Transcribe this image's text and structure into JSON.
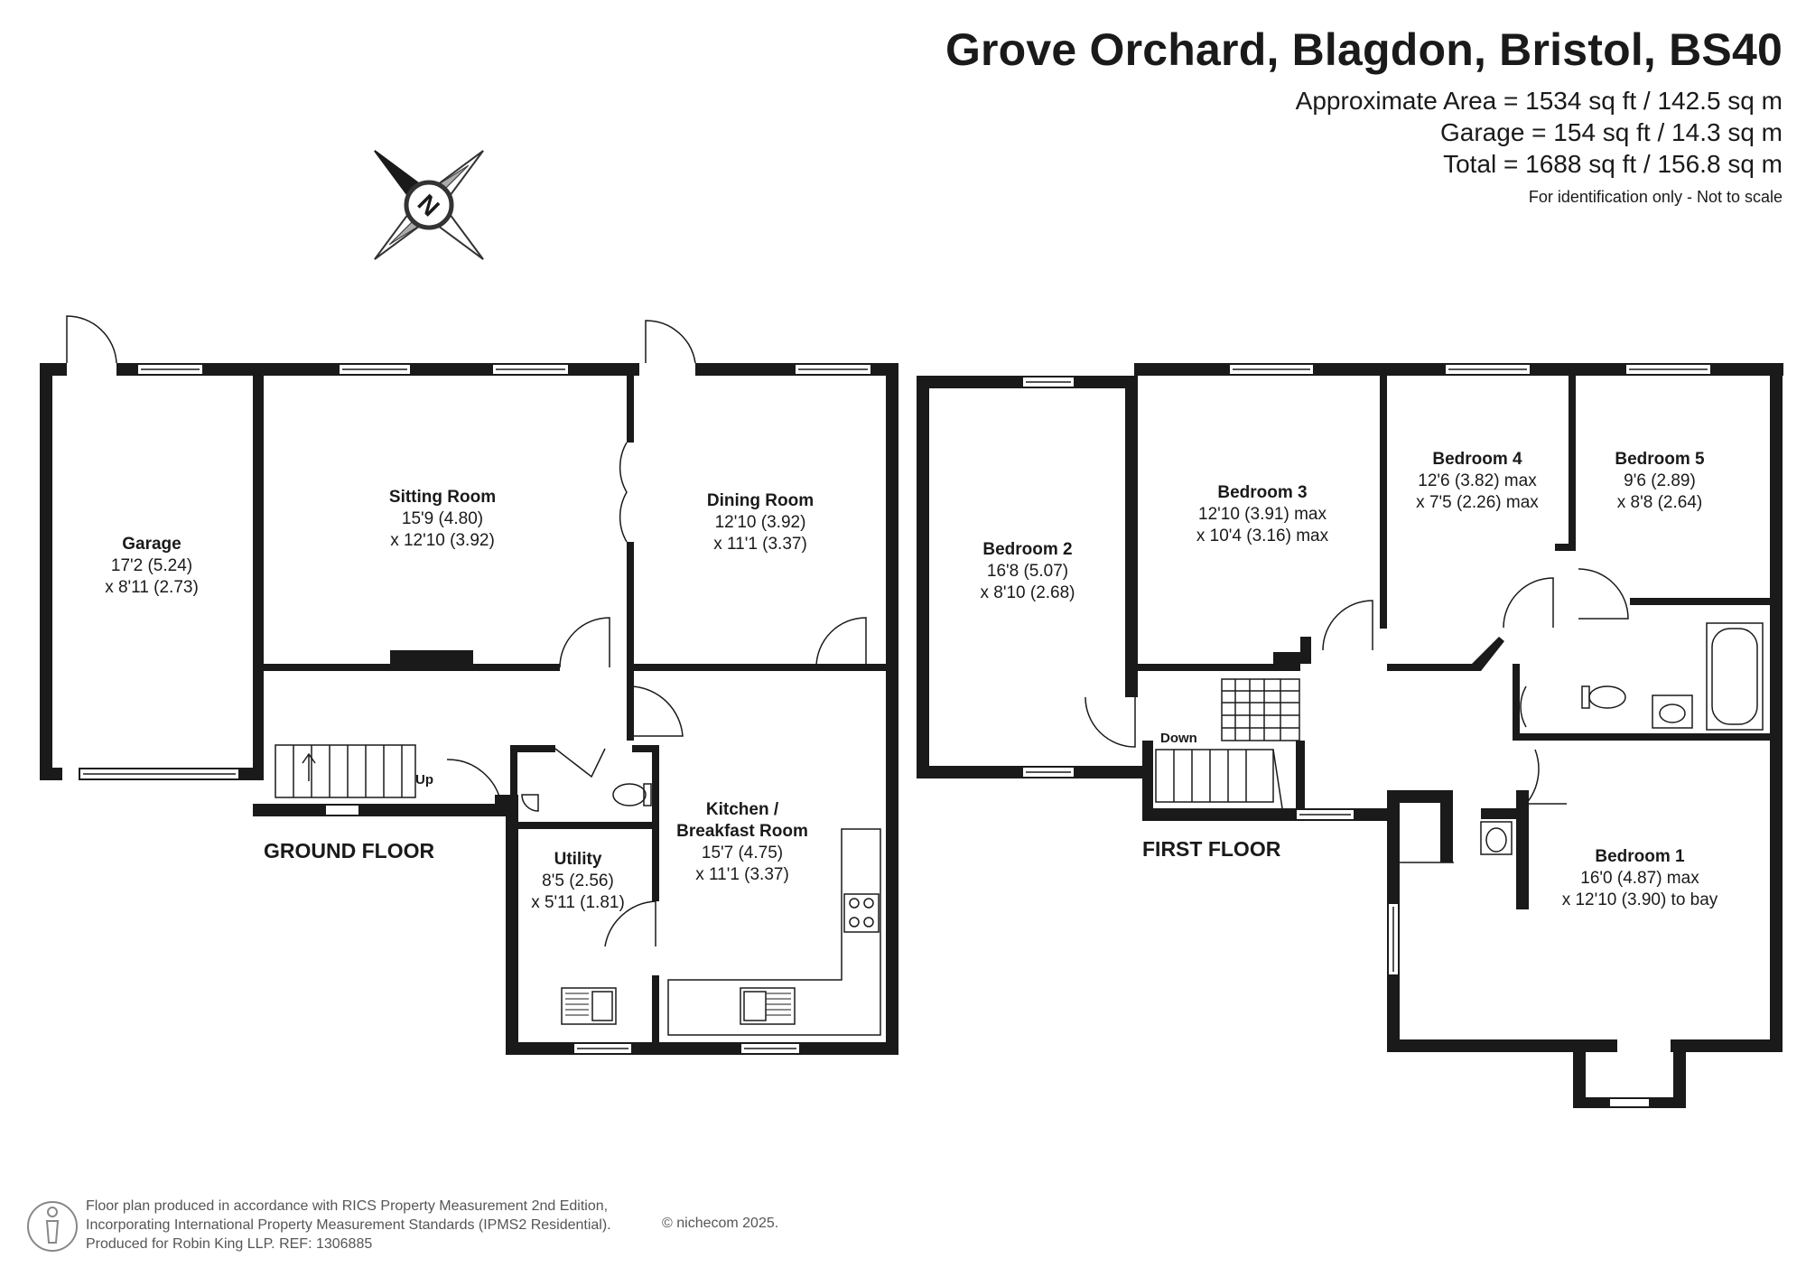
{
  "header": {
    "title": "Grove Orchard, Blagdon, Bristol, BS40",
    "approx_area": "Approximate Area = 1534 sq ft / 142.5 sq m",
    "garage_area": "Garage = 154 sq ft / 14.3 sq m",
    "total_area": "Total = 1688 sq ft / 156.8 sq m",
    "note": "For identification only - Not to scale"
  },
  "compass": {
    "label": "N",
    "icon": "north-compass-icon"
  },
  "ground_floor": {
    "label": "GROUND FLOOR",
    "up_label": "Up",
    "rooms": {
      "garage": {
        "name": "Garage",
        "dim1": "17'2 (5.24)",
        "dim2": "x 8'11 (2.73)"
      },
      "sitting": {
        "name": "Sitting Room",
        "dim1": "15'9 (4.80)",
        "dim2": "x 12'10 (3.92)"
      },
      "dining": {
        "name": "Dining Room",
        "dim1": "12'10 (3.92)",
        "dim2": "x 11'1 (3.37)"
      },
      "kitchen": {
        "name1": "Kitchen /",
        "name2": "Breakfast Room",
        "dim1": "15'7 (4.75)",
        "dim2": "x 11'1 (3.37)"
      },
      "utility": {
        "name": "Utility",
        "dim1": "8'5 (2.56)",
        "dim2": "x 5'11 (1.81)"
      }
    }
  },
  "first_floor": {
    "label": "FIRST FLOOR",
    "down_label": "Down",
    "rooms": {
      "bed2": {
        "name": "Bedroom 2",
        "dim1": "16'8 (5.07)",
        "dim2": "x 8'10 (2.68)"
      },
      "bed3": {
        "name": "Bedroom 3",
        "dim1": "12'10 (3.91) max",
        "dim2": "x 10'4 (3.16) max"
      },
      "bed4": {
        "name": "Bedroom 4",
        "dim1": "12'6 (3.82) max",
        "dim2": "x 7'5 (2.26) max"
      },
      "bed5": {
        "name": "Bedroom 5",
        "dim1": "9'6 (2.89)",
        "dim2": "x 8'8 (2.64)"
      },
      "bed1": {
        "name": "Bedroom 1",
        "dim1": "16'0 (4.87) max",
        "dim2": "x 12'10 (3.90) to bay"
      }
    }
  },
  "footer": {
    "line1": "Floor plan produced in accordance with RICS Property Measurement 2nd Edition,",
    "line2": "Incorporating International Property Measurement Standards (IPMS2 Residential).",
    "line3": "Produced for Robin King LLP.   REF:  1306885",
    "copyright": "© nichecom 2025."
  },
  "colors": {
    "wall": "#1a1a1a",
    "text": "#1a1a1a",
    "muted": "#555555"
  }
}
